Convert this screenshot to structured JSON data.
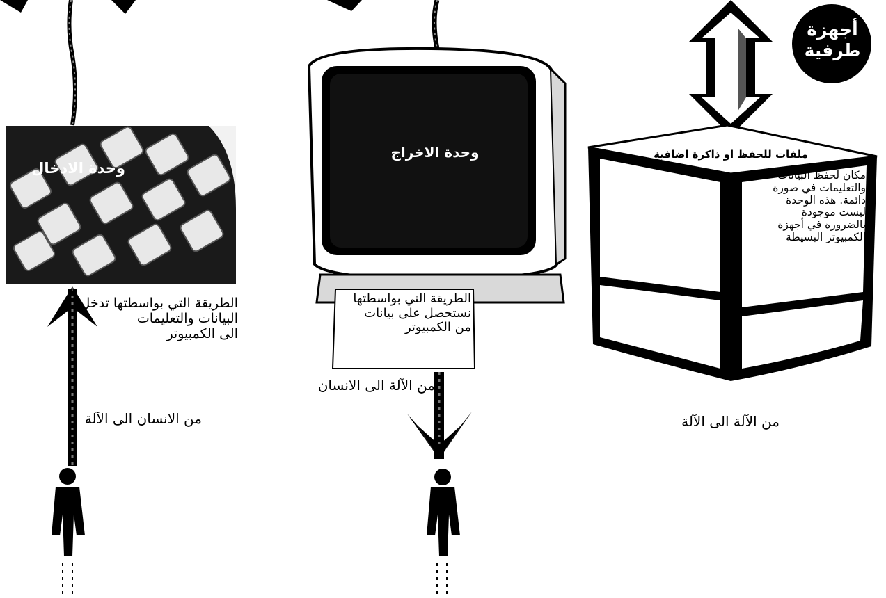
{
  "badge": {
    "line1": "أجهزة",
    "line2": "طرفية"
  },
  "input_unit": {
    "title": "وحدة الادخال",
    "description": [
      "الطريقة التي بواسطتها تدخل",
      "البيانات والتعليمات",
      "الى الكمبيوتر"
    ],
    "flow_label": "من الانسان الى الآلة"
  },
  "output_unit": {
    "title": "وحدة الاخراج",
    "paper_text": [
      "الطريقة التي بواسطتها",
      "نستحصل على بيانات",
      "من الكمبيوتر"
    ],
    "flow_label": "من الآلة الى الانسان"
  },
  "storage_unit": {
    "title": "ملفات للحفظ او ذاكرة اضافية",
    "description": [
      "مكان لحفظ البيانات",
      "والتعليمات في صورة",
      "دائمة. هذه الوحدة",
      "ليست موجودة",
      "بالضرورة في أجهزة",
      "الكمبيوتر البسيطة"
    ],
    "flow_label": "من الآلة الى الآلة"
  },
  "colors": {
    "ink": "#000000",
    "paper": "#ffffff",
    "gray": "#9a9a9a"
  }
}
